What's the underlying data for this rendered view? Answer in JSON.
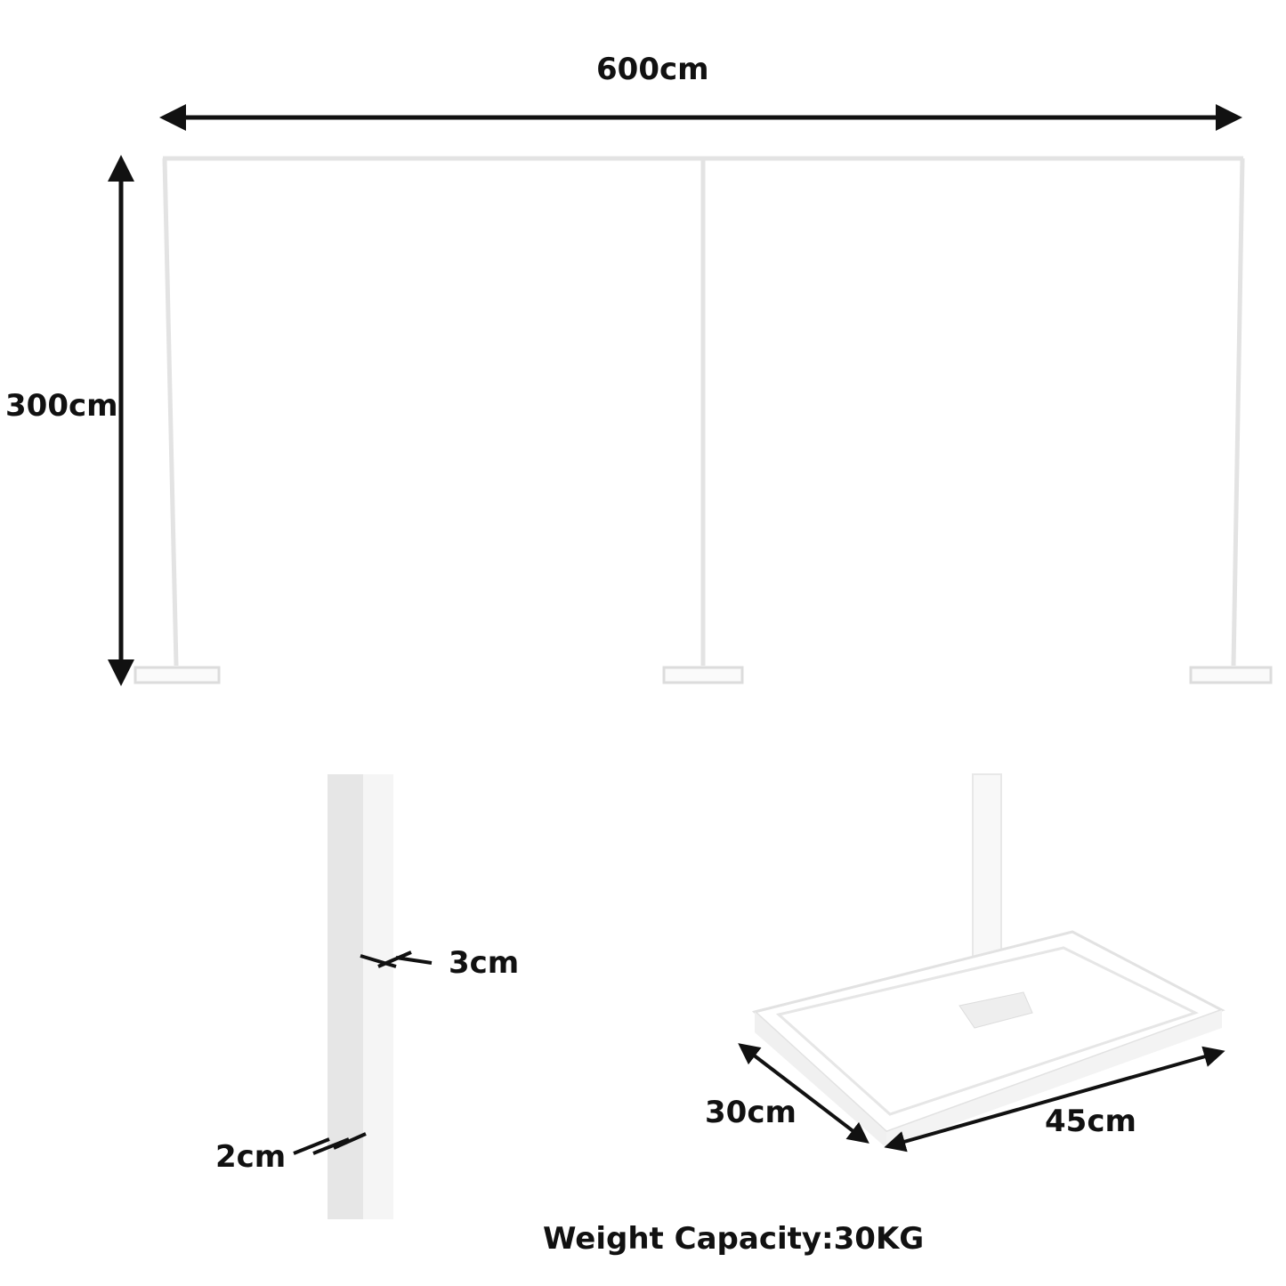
{
  "frame": {
    "width_label": "600cm",
    "height_label": "300cm"
  },
  "tube_detail": {
    "side_a_label": "3cm",
    "side_b_label": "2cm"
  },
  "base_detail": {
    "depth_label": "30cm",
    "length_label": "45cm"
  },
  "footer": {
    "weight_capacity": "Weight Capacity:30KG"
  },
  "colors": {
    "frame": "#e6e6e6",
    "frame_edge": "#d9d9d9",
    "arrow": "#111111"
  }
}
